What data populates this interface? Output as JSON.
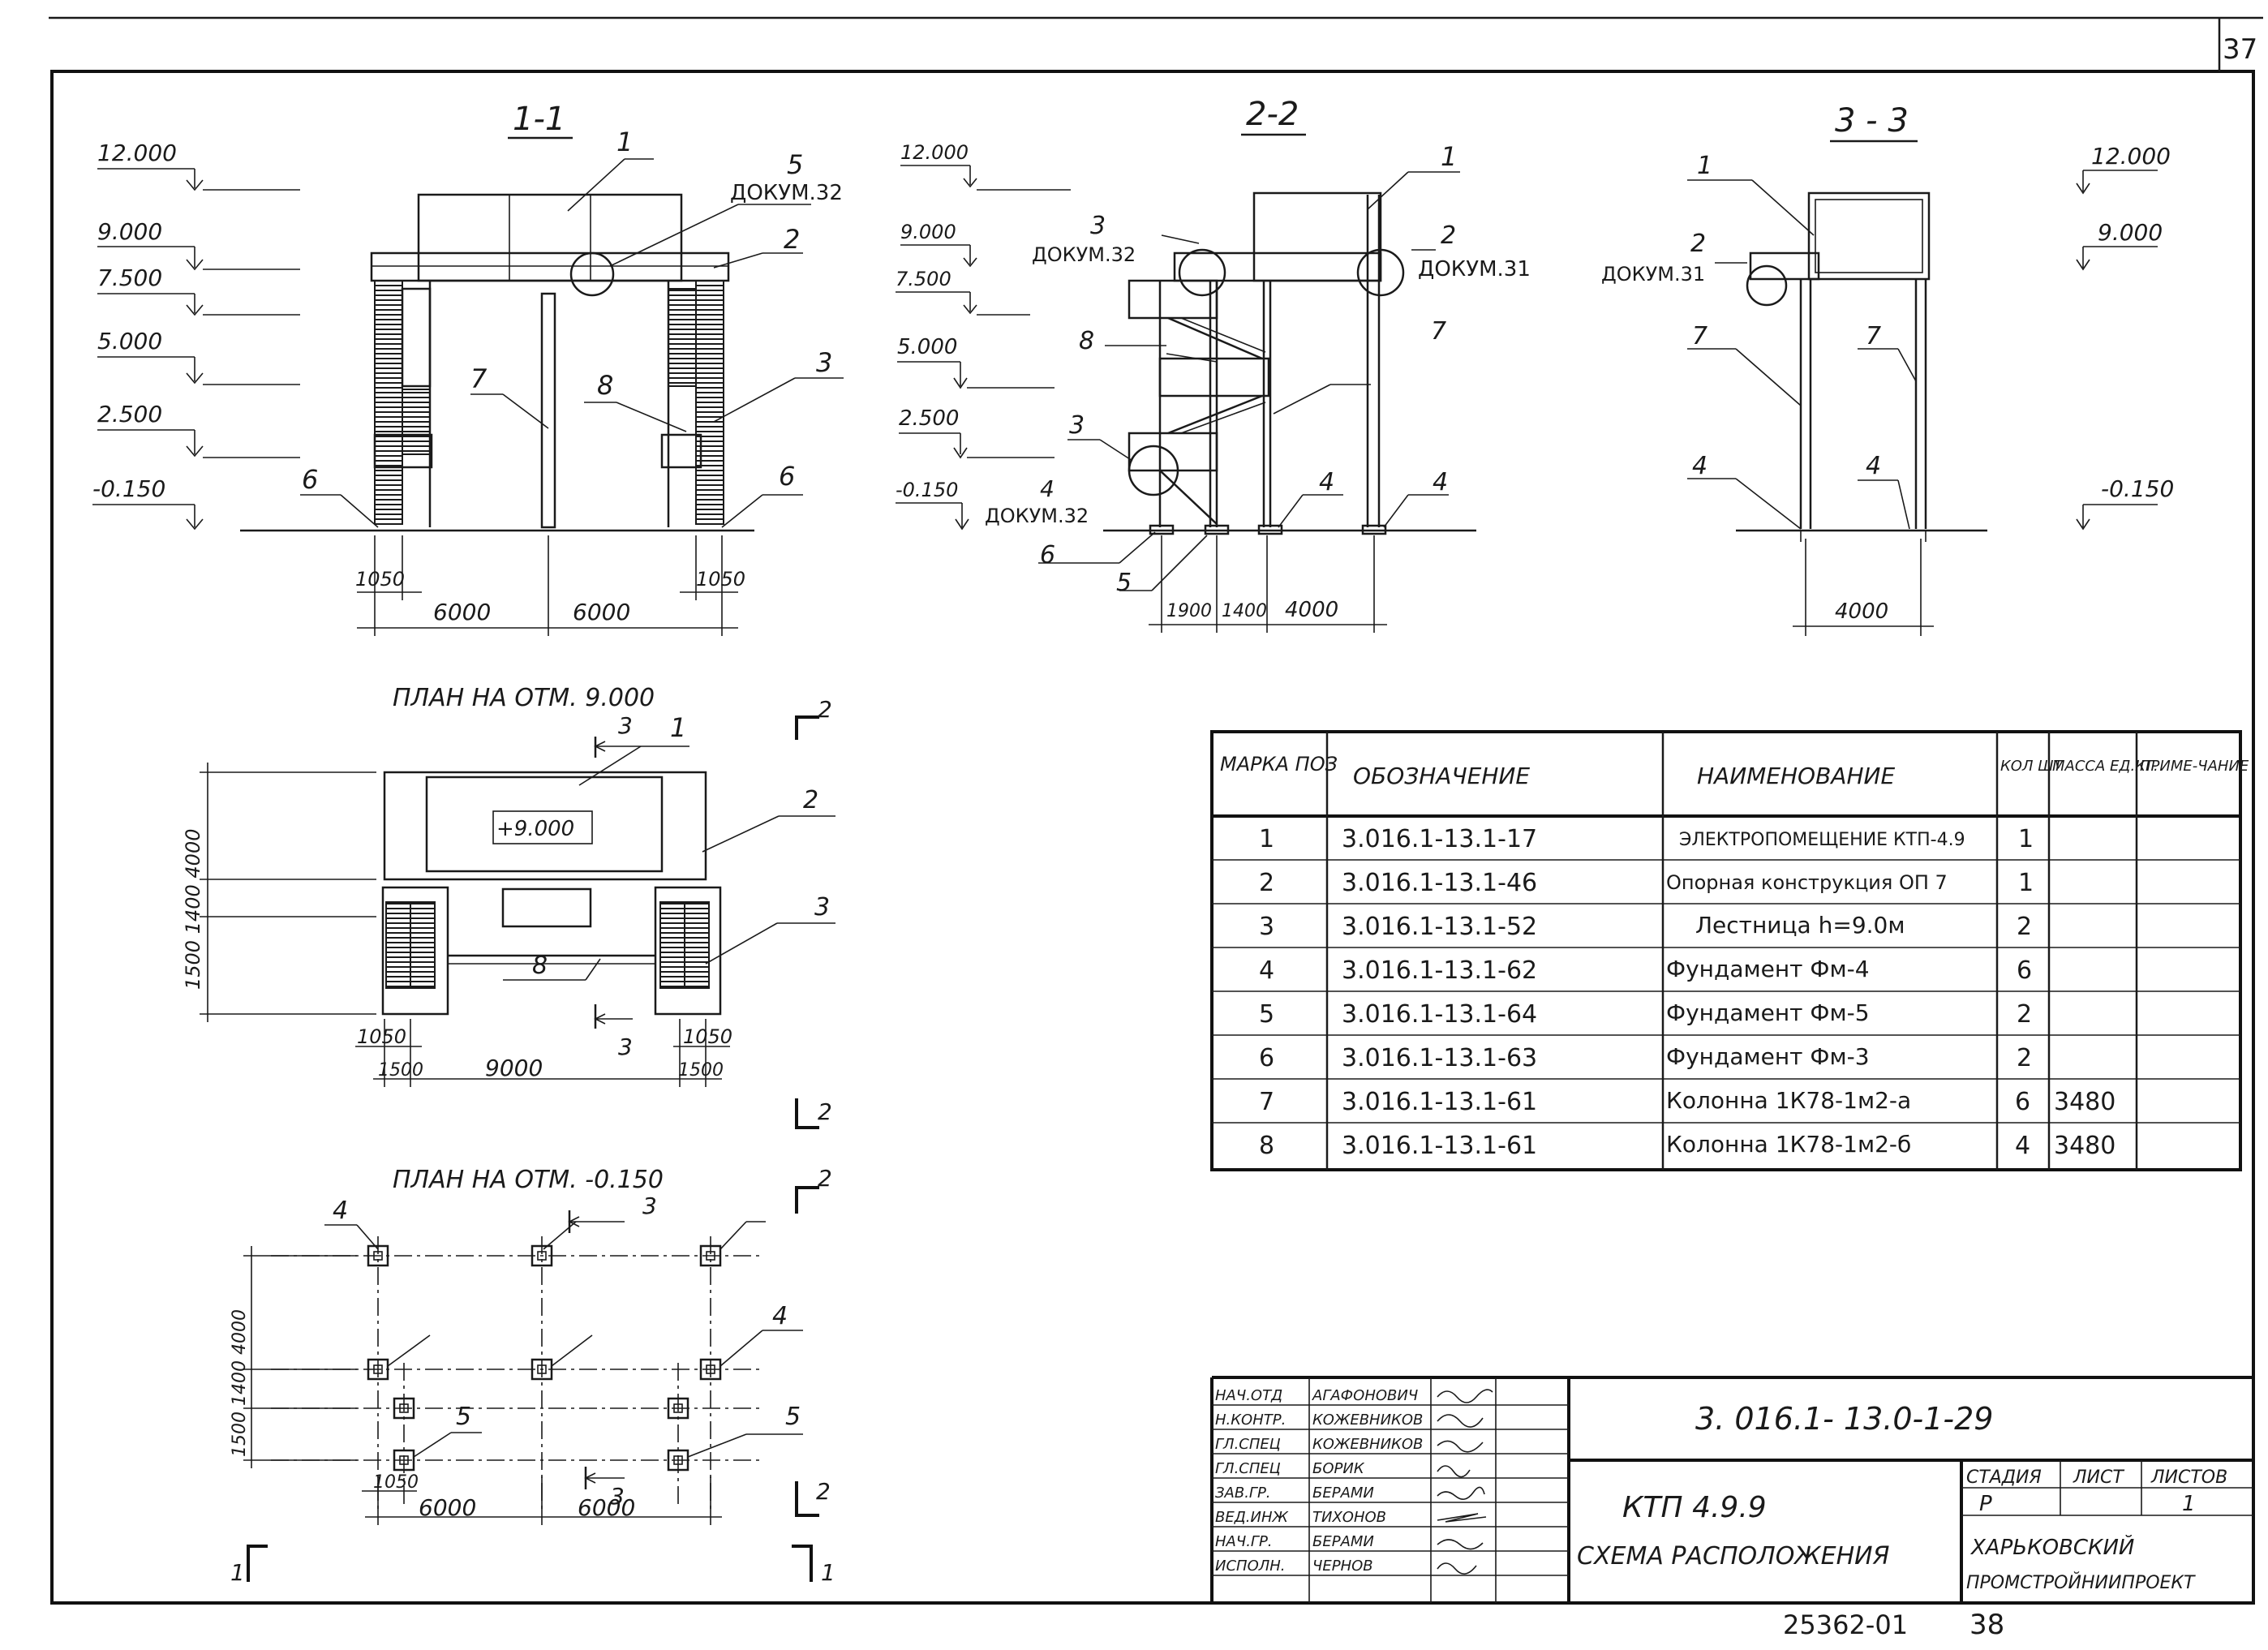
{
  "sheet": {
    "sheet_number": "37",
    "bottom_code": "25362-01",
    "bottom_page": "38"
  },
  "section_1_1": {
    "title": "1-1",
    "levels": [
      "12.000",
      "9.000",
      "7.500",
      "5.000",
      "2.500",
      "-0.150"
    ],
    "callouts": [
      "1",
      "5",
      "2",
      "3",
      "7",
      "8",
      "6",
      "6"
    ],
    "doc_ref": "ДОКУМ.32",
    "dims": [
      "1050",
      "1050",
      "6000",
      "6000"
    ]
  },
  "section_2_2": {
    "title": "2-2",
    "levels": [
      "12.000",
      "9.000",
      "7.500",
      "5.000",
      "2.500",
      "-0.150"
    ],
    "callouts": [
      "1",
      "3",
      "2",
      "8",
      "7",
      "3",
      "4",
      "4",
      "4",
      "6",
      "5"
    ],
    "doc_refs": [
      "ДОКУМ.32",
      "ДОКУМ.31",
      "ДОКУМ.32"
    ],
    "dims": [
      "1900",
      "1400",
      "4000"
    ]
  },
  "section_3_3": {
    "title": "3 - 3",
    "levels": [
      "12.000",
      "9.000",
      "-0.150"
    ],
    "callouts": [
      "1",
      "2",
      "7",
      "7",
      "4",
      "4"
    ],
    "doc_ref": "ДОКУМ.31",
    "dims": [
      "4000"
    ]
  },
  "plan_9000": {
    "title": "ПЛАН НА ОТМ. 9.000",
    "level_box": "+9.000",
    "callouts": [
      "3",
      "1",
      "2",
      "3",
      "8",
      "3"
    ],
    "cut_marks": [
      "2",
      "2"
    ],
    "dims_h": [
      "1050",
      "1050",
      "1500",
      "9000",
      "1500"
    ],
    "dims_v": "1500 1400 4000"
  },
  "plan_0150": {
    "title": "ПЛАН НА ОТМ. -0.150",
    "callouts": [
      "4",
      "3",
      "4",
      "5",
      "5",
      "3"
    ],
    "cut_marks": [
      "2",
      "2",
      "1",
      "1"
    ],
    "dims_h": [
      "1050",
      "6000",
      "6000"
    ],
    "dims_v": "1500 1400 4000"
  },
  "spec_table": {
    "headers": [
      "МАРКА ПОЗ",
      "ОБОЗНАЧЕНИЕ",
      "НАИМЕНОВАНИЕ",
      "КОЛ ШТ",
      "МАССА ЕД.КГ.",
      "ПРИМЕ-ЧАНИЕ"
    ],
    "rows": [
      [
        "1",
        "3.016.1-13.1-17",
        "ЭЛЕКТРОПОМЕЩЕНИЕ КТП-4.9",
        "1",
        "",
        ""
      ],
      [
        "2",
        "3.016.1-13.1-46",
        "Опорная конструкция ОП 7",
        "1",
        "",
        ""
      ],
      [
        "3",
        "3.016.1-13.1-52",
        "Лестница h=9.0м",
        "2",
        "",
        ""
      ],
      [
        "4",
        "3.016.1-13.1-62",
        "Фундамент Фм-4",
        "6",
        "",
        ""
      ],
      [
        "5",
        "3.016.1-13.1-64",
        "Фундамент Фм-5",
        "2",
        "",
        ""
      ],
      [
        "6",
        "3.016.1-13.1-63",
        "Фундамент Фм-3",
        "2",
        "",
        ""
      ],
      [
        "7",
        "3.016.1-13.1-61",
        "Колонна 1К78-1м2-а",
        "6",
        "3480",
        ""
      ],
      [
        "8",
        "3.016.1-13.1-61",
        "Колонна 1К78-1м2-б",
        "4",
        "3480",
        ""
      ]
    ]
  },
  "title_block": {
    "doc_code": "3. 016.1- 13.0-1-29",
    "project": "КТП 4.9.9",
    "drawing_name": "СХЕМА РАСПОЛОЖЕНИЯ",
    "stage_header": "СТАДИЯ",
    "sheet_header": "ЛИСТ",
    "sheets_header": "ЛИСТОВ",
    "stage": "Р",
    "sheet": "1",
    "org_line1": "ХАРЬКОВСКИЙ",
    "org_line2": "ПРОМСТРОЙНИИПРОЕКТ",
    "roles": [
      {
        "role": "НАЧ.ОТД",
        "name": "АГАФОНОВИЧ"
      },
      {
        "role": "Н.КОНТР.",
        "name": "КОЖЕВНИКОВ"
      },
      {
        "role": "ГЛ.СПЕЦ",
        "name": "КОЖЕВНИКОВ"
      },
      {
        "role": "ГЛ.СПЕЦ",
        "name": "БОРИК"
      },
      {
        "role": "ЗАВ.ГР.",
        "name": "БЕРАМИ"
      },
      {
        "role": "ВЕД.ИНЖ",
        "name": "ТИХОНОВ"
      },
      {
        "role": "НАЧ.ГР.",
        "name": "БЕРАМИ"
      },
      {
        "role": "ИСПОЛН.",
        "name": "ЧЕРНОВ"
      }
    ]
  }
}
